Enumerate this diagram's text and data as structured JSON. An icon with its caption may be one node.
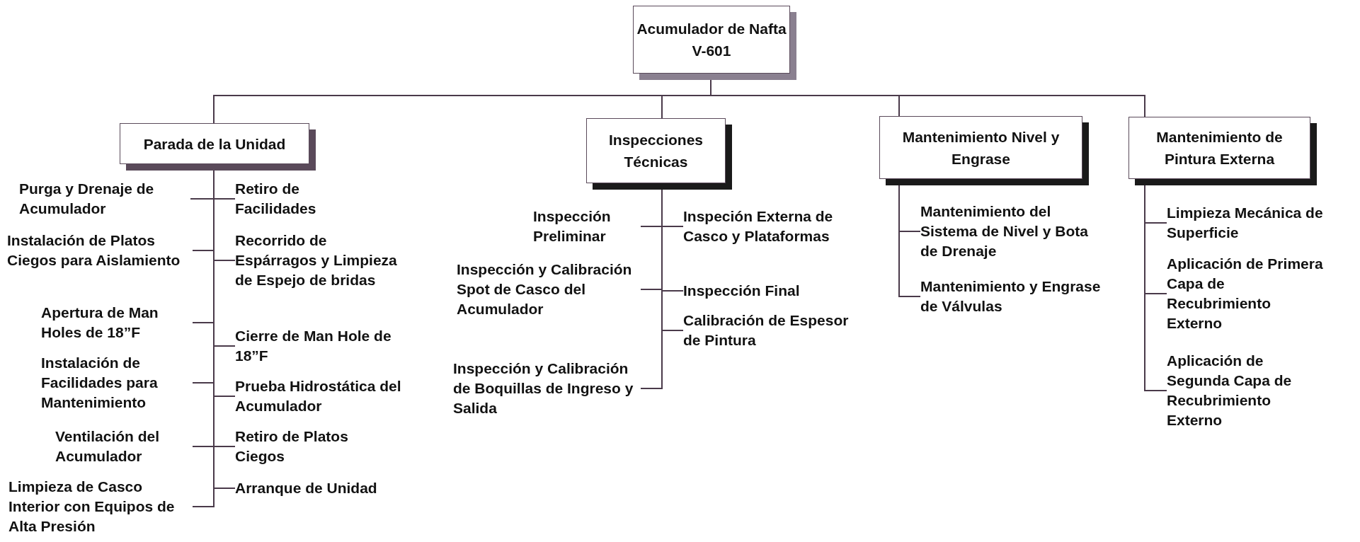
{
  "diagram": {
    "nodes": [
      {
        "text": [
          "Acumulador de Nafta V-601"
        ]
      },
      {
        "text": [
          "Parada de la Unidad"
        ]
      },
      {
        "text": [
          "Inspecciones Técnicas"
        ]
      },
      {
        "text": [
          "Mantenimiento Nivel y Engrase"
        ]
      },
      {
        "text": [
          "Mantenimiento de Pintura Externa"
        ]
      },
      {
        "text": [
          "Purga y Drenaje de Acumulador"
        ]
      },
      {
        "text": [
          "Retiro de Facilidades"
        ]
      },
      {
        "text": [
          "Instalación de Platos Ciegos para Aislamiento"
        ]
      },
      {
        "text": [
          "Recorrido de Espárragos y Limpieza de Espejo de bridas"
        ]
      },
      {
        "text": [
          "Apertura de Man Holes de 18”F"
        ]
      },
      {
        "text": [
          "Cierre de Man Hole de 18”F"
        ]
      },
      {
        "text": [
          "Instalación de Facilidades para Mantenimiento"
        ]
      },
      {
        "text": [
          "Prueba Hidrostática del Acumulador"
        ]
      },
      {
        "text": [
          "Ventilación del Acumulador"
        ]
      },
      {
        "text": [
          "Retiro de Platos Ciegos"
        ]
      },
      {
        "text": [
          "Limpieza de Casco Interior con Equipos de Alta Presión"
        ]
      },
      {
        "text": [
          "Arranque de Unidad"
        ]
      },
      {
        "text": [
          "Inspección Preliminar"
        ]
      },
      {
        "text": [
          "Inspeción Externa de Casco y Plataformas"
        ]
      },
      {
        "text": [
          "Inspección y Calibración Spot de Casco del Acumulador"
        ]
      },
      {
        "text": [
          "Inspección Final"
        ]
      },
      {
        "text": [
          "Inspección y Calibración de Boquillas de Ingreso y Salida"
        ]
      },
      {
        "text": [
          "Calibración de Espesor de Pintura"
        ]
      },
      {
        "text": [
          "Mantenimiento del Sistema de Nivel y Bota de Drenaje"
        ]
      },
      {
        "text": [
          "Mantenimiento y Engrase de Válvulas"
        ]
      },
      {
        "text": [
          "Limpieza Mecánica de Superficie"
        ]
      },
      {
        "text": [
          "Aplicación de Primera Capa de Recubrimiento Externo"
        ]
      },
      {
        "text": [
          "Aplicación de Segunda Capa de Recubrimiento Externo"
        ]
      }
    ],
    "edges": [
      {
        "from": 0,
        "to": 1,
        "arrow": "none"
      },
      {
        "from": 0,
        "to": 2,
        "arrow": "none"
      },
      {
        "from": 0,
        "to": 3,
        "arrow": "none"
      },
      {
        "from": 0,
        "to": 4,
        "arrow": "none"
      },
      {
        "from": 1,
        "to": 5,
        "arrow": "none"
      },
      {
        "from": 1,
        "to": 6,
        "arrow": "none"
      },
      {
        "from": 1,
        "to": 7,
        "arrow": "none"
      },
      {
        "from": 1,
        "to": 8,
        "arrow": "none"
      },
      {
        "from": 1,
        "to": 9,
        "arrow": "none"
      },
      {
        "from": 1,
        "to": 10,
        "arrow": "none"
      },
      {
        "from": 1,
        "to": 11,
        "arrow": "none"
      },
      {
        "from": 1,
        "to": 12,
        "arrow": "none"
      },
      {
        "from": 1,
        "to": 13,
        "arrow": "none"
      },
      {
        "from": 1,
        "to": 14,
        "arrow": "none"
      },
      {
        "from": 1,
        "to": 15,
        "arrow": "none"
      },
      {
        "from": 1,
        "to": 16,
        "arrow": "none"
      },
      {
        "from": 2,
        "to": 17,
        "arrow": "none"
      },
      {
        "from": 2,
        "to": 18,
        "arrow": "none"
      },
      {
        "from": 2,
        "to": 19,
        "arrow": "none"
      },
      {
        "from": 2,
        "to": 20,
        "arrow": "none"
      },
      {
        "from": 2,
        "to": 21,
        "arrow": "none"
      },
      {
        "from": 2,
        "to": 22,
        "arrow": "none"
      },
      {
        "from": 3,
        "to": 23,
        "arrow": "none"
      },
      {
        "from": 3,
        "to": 24,
        "arrow": "none"
      },
      {
        "from": 4,
        "to": 25,
        "arrow": "none"
      },
      {
        "from": 4,
        "to": 26,
        "arrow": "none"
      },
      {
        "from": 4,
        "to": 27,
        "arrow": "none"
      }
    ]
  }
}
